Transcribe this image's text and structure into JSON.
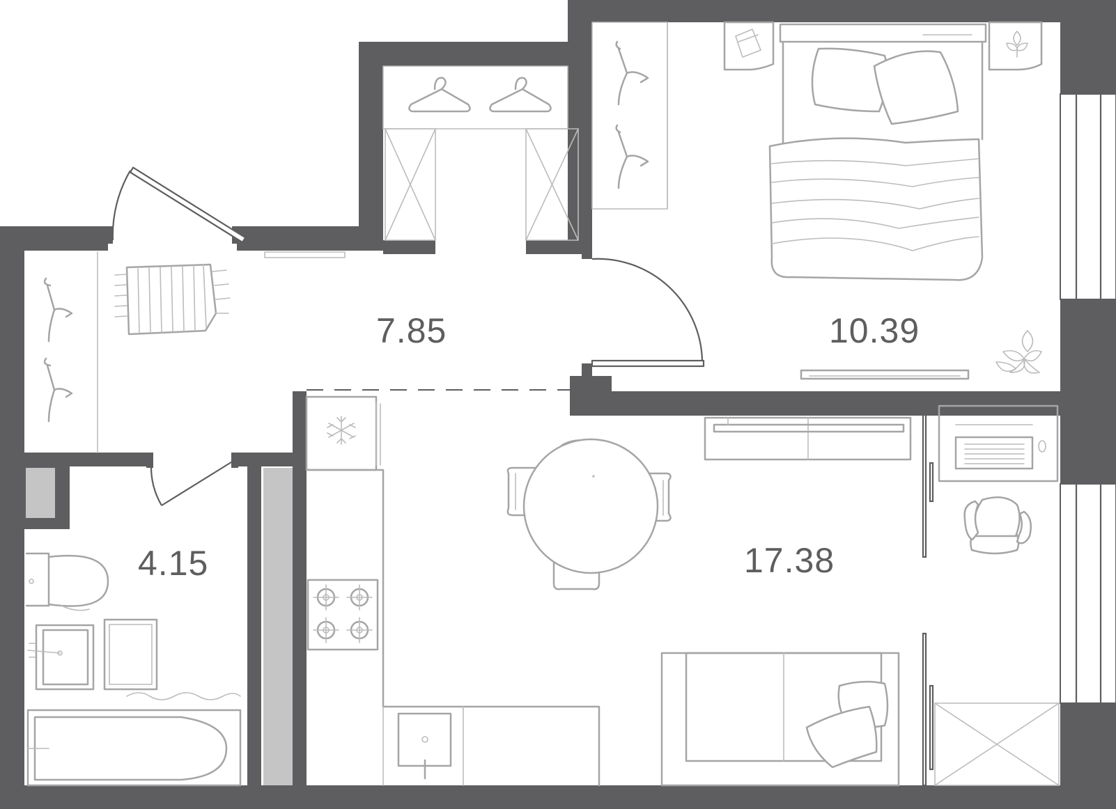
{
  "rooms": [
    {
      "id": "hall",
      "area": "7.85"
    },
    {
      "id": "bedroom",
      "area": "10.39"
    },
    {
      "id": "bathroom",
      "area": "4.15"
    },
    {
      "id": "kitchen-living",
      "area": "17.38"
    }
  ],
  "colors": {
    "wall": "#5e5e60",
    "furniture": "#a5a5a5",
    "shaft": "#c5c5c5",
    "background": "#ffffff"
  },
  "icons": [
    "hanger-icon",
    "snowflake-icon",
    "rug-icon",
    "pillow-icon",
    "plant-icon"
  ]
}
